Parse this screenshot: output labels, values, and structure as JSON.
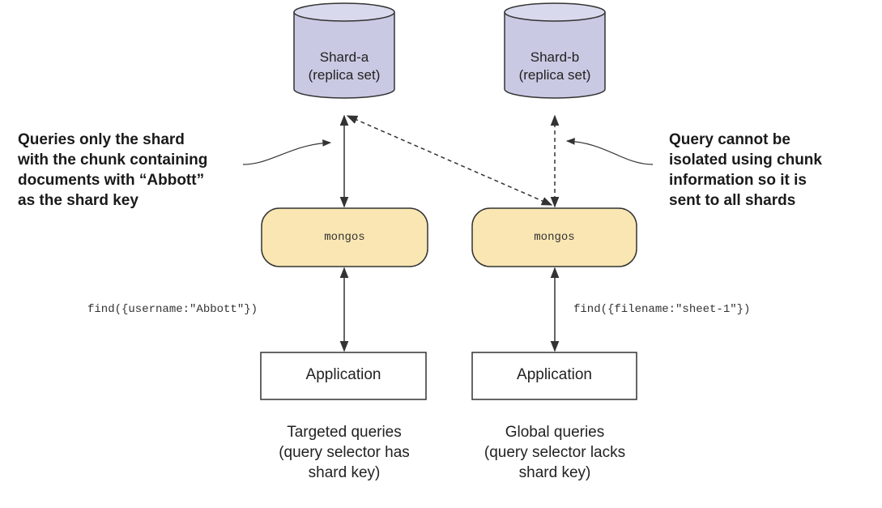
{
  "shards": [
    {
      "name": "Shard-a",
      "type": "(replica set)"
    },
    {
      "name": "Shard-b",
      "type": "(replica set)"
    }
  ],
  "routers": [
    {
      "label": "mongos"
    },
    {
      "label": "mongos"
    }
  ],
  "applications": [
    {
      "label": "Application"
    },
    {
      "label": "Application"
    }
  ],
  "queries": [
    {
      "code": "find({username:\"Abbott\"})"
    },
    {
      "code": "find({filename:\"sheet-1\"})"
    }
  ],
  "notes": {
    "left": [
      "Queries only the shard",
      "with the chunk containing",
      "documents with “Abbott”",
      "as the shard key"
    ],
    "right": [
      "Query cannot be",
      "isolated using chunk",
      "information so it is",
      "sent to all shards"
    ]
  },
  "captions": {
    "left": [
      "Targeted queries",
      "(query selector has",
      "shard key)"
    ],
    "right": [
      "Global queries",
      "(query selector lacks",
      "shard key)"
    ]
  },
  "colors": {
    "cylinder_fill": "#c9c9e3",
    "cylinder_top": "#d9d9ee",
    "mongos_fill": "#f9e6b2",
    "stroke": "#333333"
  }
}
